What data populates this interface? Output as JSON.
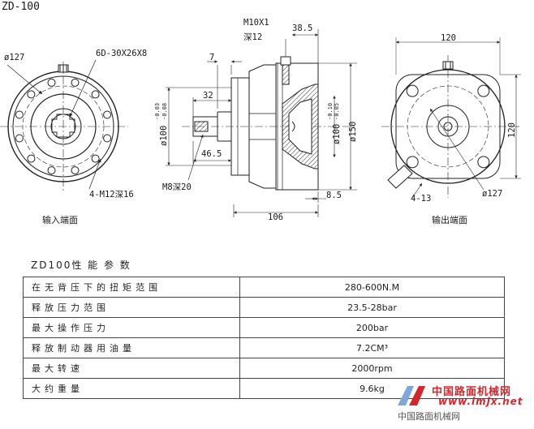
{
  "drawing": {
    "model_title": "ZD-100",
    "left_view": {
      "diameter": "ø127",
      "spline": "6D-30X26X8",
      "bolt_holes": "4-M12深16",
      "caption": "输入端面"
    },
    "section_view": {
      "dim_7": "7",
      "dim_32": "32",
      "dim_46_5": "46.5",
      "dim_100_left": "ø100",
      "tol_left_hi": "-0.03",
      "tol_left_lo": "-0.08",
      "thread_top": "M10X1",
      "thread_top_depth": "深12",
      "dim_38_5": "38.5",
      "dim_100_right": "ø100",
      "tol_right_hi": "-0.10",
      "tol_right_lo": "-0.05",
      "dim_150": "ø150",
      "dim_8_5": "8.5",
      "dim_106": "106",
      "thread_bottom": "M8深20"
    },
    "right_view": {
      "dim_width": "120",
      "dim_height": "120",
      "diameter": "ø127",
      "holes": "4-13",
      "caption": "输出端面"
    }
  },
  "specs": {
    "caption": "ZD100性 能 参 数",
    "rows": [
      {
        "name": "在无背压下的扭矩范围",
        "value": "280-600N.M"
      },
      {
        "name": "释放压力范围",
        "value": "23.5-28bar"
      },
      {
        "name": "最大操作压力",
        "value": "200bar"
      },
      {
        "name": "释放制动器用油量",
        "value": "7.2CM³"
      },
      {
        "name": "最大转速",
        "value": "2000rpm"
      },
      {
        "name": "大约重量",
        "value": "9.6kg"
      }
    ]
  },
  "watermark": {
    "cn": "中国路面机械网",
    "url": "www.lmjx.net",
    "sub": "中国路面机械网"
  }
}
